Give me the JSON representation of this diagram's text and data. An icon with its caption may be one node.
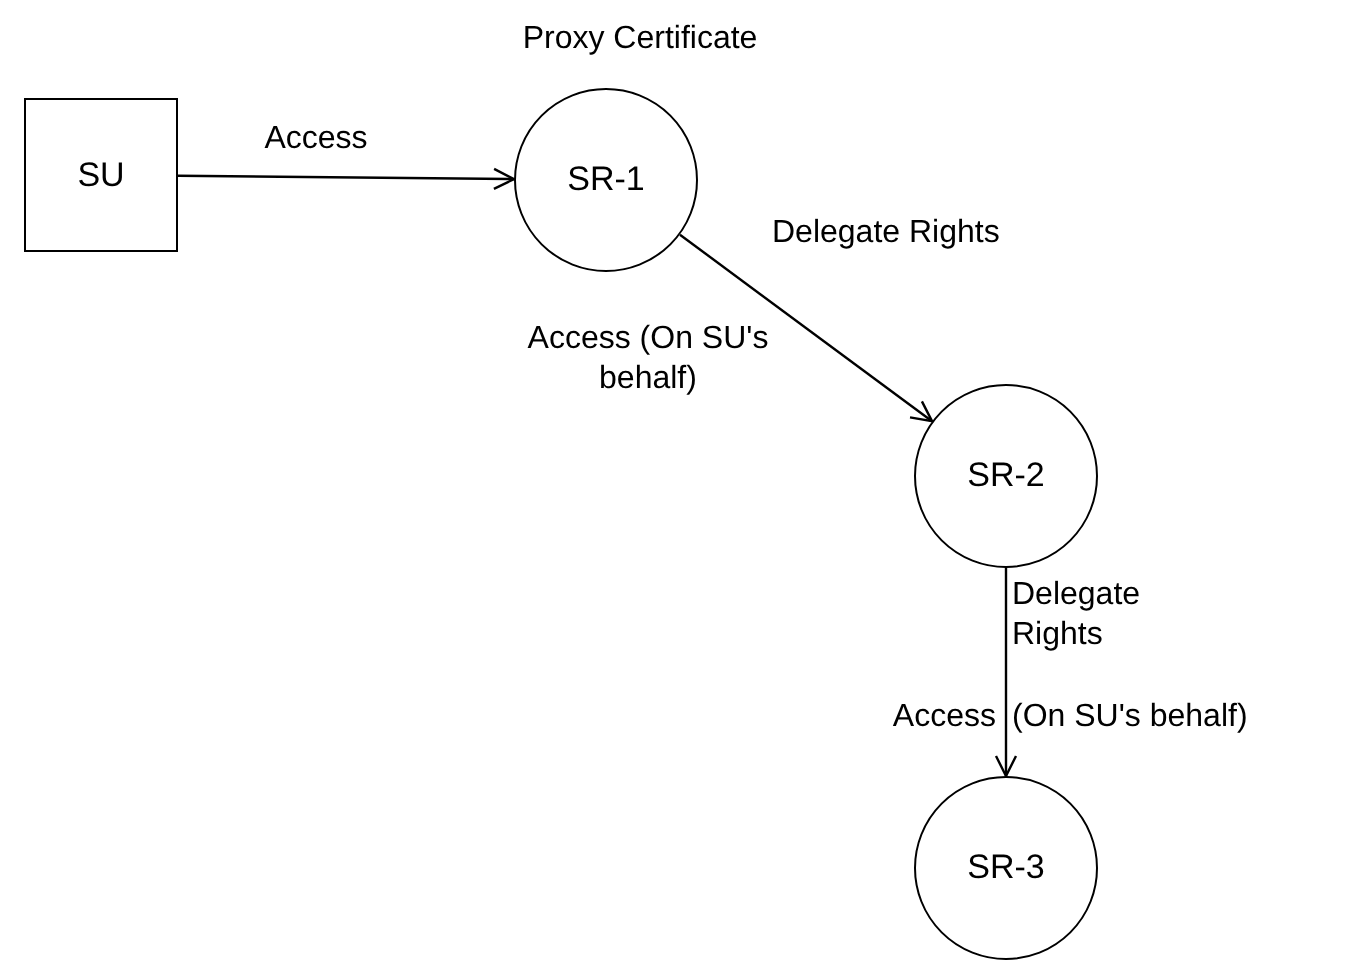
{
  "diagram": {
    "nodes": [
      {
        "text": [
          "SU"
        ]
      },
      {
        "text": [
          "SR-1"
        ],
        "beside": [
          "Proxy Certificate"
        ]
      },
      {
        "text": [
          "SR-2"
        ]
      },
      {
        "text": [
          "SR-3"
        ]
      }
    ],
    "edges": [
      {
        "from": 0,
        "to": 1,
        "arrow": "to",
        "label": "Access"
      },
      {
        "from": 1,
        "to": 2,
        "arrow": "to",
        "label": "Delegate Rights"
      },
      {
        "from": 2,
        "to": 3,
        "arrow": "to",
        "label": "Delegate Rights"
      }
    ],
    "labels": [
      "Access (On SU's behalf)",
      "Access",
      "(On SU's behalf)"
    ]
  }
}
